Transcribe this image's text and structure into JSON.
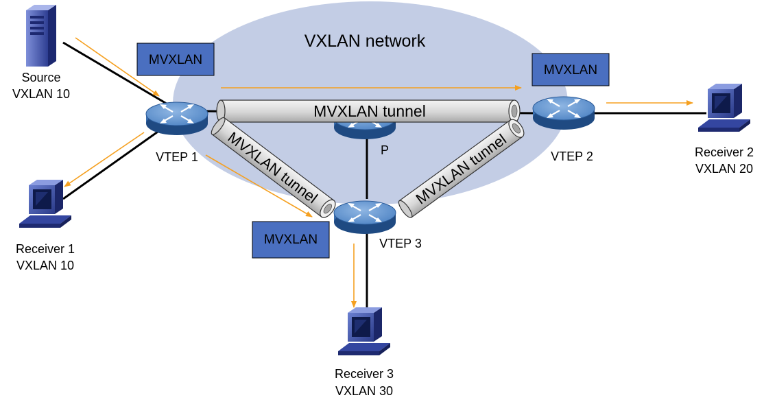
{
  "network": {
    "title": "VXLAN network",
    "cloud_color": "#c3cde5"
  },
  "colors": {
    "link": "#000000",
    "flow_arrow": "#f5a020",
    "mvxlan_box": "#4a6fc0",
    "tunnel_fill": "#d4d4d4"
  },
  "mvxlan_labels": {
    "top_left": "MVXLAN",
    "top_right": "MVXLAN",
    "bottom": "MVXLAN"
  },
  "tunnels": {
    "vtep1_vtep2": "MVXLAN tunnel",
    "vtep1_vtep3": "MVXLAN tunnel",
    "vtep2_vtep3": "MVXLAN tunnel"
  },
  "devices": {
    "vtep1": {
      "label": "VTEP 1",
      "icon": "router-icon"
    },
    "vtep2": {
      "label": "VTEP 2",
      "icon": "router-icon"
    },
    "vtep3": {
      "label": "VTEP 3",
      "icon": "router-icon"
    },
    "p": {
      "label": "P",
      "icon": "router-icon"
    }
  },
  "hosts": {
    "source": {
      "name": "Source",
      "vxlan": "VXLAN 10",
      "icon": "server-icon"
    },
    "receiver1": {
      "name": "Receiver 1",
      "vxlan": "VXLAN 10",
      "icon": "pc-icon"
    },
    "receiver2": {
      "name": "Receiver 2",
      "vxlan": "VXLAN 20",
      "icon": "pc-icon"
    },
    "receiver3": {
      "name": "Receiver 3",
      "vxlan": "VXLAN 30",
      "icon": "pc-icon"
    }
  }
}
